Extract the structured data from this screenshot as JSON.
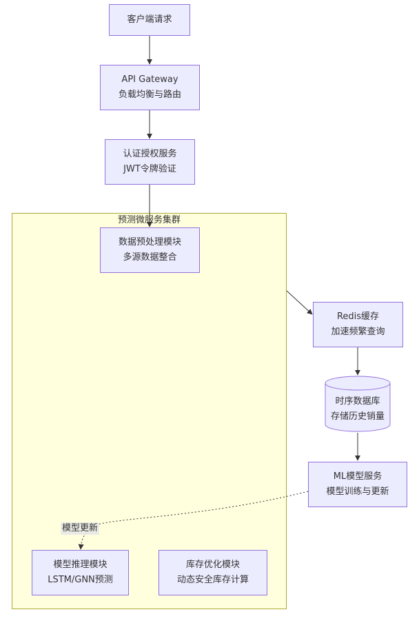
{
  "diagram": {
    "nodes": {
      "client": {
        "line1": "客户端请求"
      },
      "gateway": {
        "line1": "API Gateway",
        "line2": "负载均衡与路由"
      },
      "auth": {
        "line1": "认证授权服务",
        "line2": "JWT令牌验证"
      },
      "preprocess": {
        "line1": "数据预处理模块",
        "line2": "多源数据整合"
      },
      "redis": {
        "line1": "Redis缓存",
        "line2": "加速频繁查询"
      },
      "tsdb": {
        "line1": "时序数据库",
        "line2": "存储历史销量"
      },
      "ml": {
        "line1": "ML模型服务",
        "line2": "模型训练与更新"
      },
      "inference": {
        "line1": "模型推理模块",
        "line2": "LSTM/GNN预测"
      },
      "inventory": {
        "line1": "库存优化模块",
        "line2": "动态安全库存计算"
      }
    },
    "cluster": {
      "label": "预测微服务集群"
    },
    "edges": [
      {
        "from": "client",
        "to": "gateway"
      },
      {
        "from": "gateway",
        "to": "auth"
      },
      {
        "from": "auth",
        "to": "preprocess"
      },
      {
        "from": "cluster",
        "to": "redis"
      },
      {
        "from": "redis",
        "to": "tsdb"
      },
      {
        "from": "tsdb",
        "to": "ml"
      },
      {
        "from": "ml",
        "to": "inference",
        "style": "dotted",
        "label": "模型更新"
      }
    ],
    "colors": {
      "node_fill": "#ececff",
      "node_stroke": "#9370db",
      "cluster_fill": "#ffffde",
      "cluster_stroke": "#aaaa33",
      "edge": "#333333"
    }
  }
}
